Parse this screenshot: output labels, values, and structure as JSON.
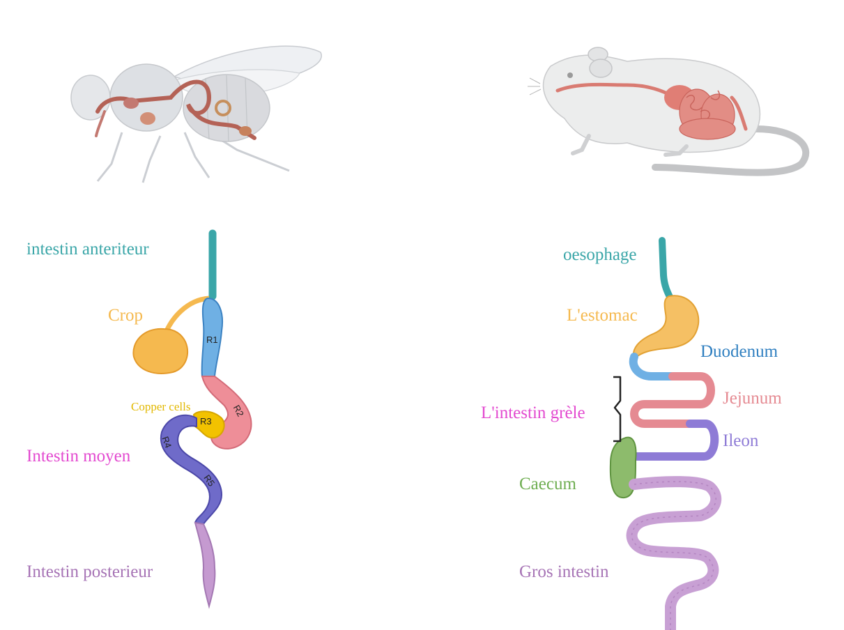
{
  "fly": {
    "labels": {
      "foregut": "intestin anteriteur",
      "crop": "Crop",
      "copper": "Copper cells",
      "midgut": "Intestin moyen",
      "hindgut": "Intestin posterieur"
    },
    "regions": [
      "R1",
      "R2",
      "R3",
      "R4",
      "R5"
    ]
  },
  "mouse": {
    "labels": {
      "esophagus": "oesophage",
      "stomach": "L'estomac",
      "duodenum": "Duodenum",
      "jejunum": "Jejunum",
      "small_intestine": "L'intestin grèle",
      "ileon": "Ileon",
      "caecum": "Caecum",
      "large_intestine": "Gros intestin"
    }
  },
  "colors": {
    "foregut": "#3aa6a8",
    "crop": "#f5b94f",
    "r1": "#6fb0e4",
    "r2": "#ee8e98",
    "r3": "#f2c200",
    "midgut": "#6f6bc9",
    "hindgut": "#c59ad0",
    "duodenum": "#2f7fc0",
    "jejunum": "#e58a92",
    "ileon": "#8e7bd6",
    "caecum": "#6fae52",
    "large_intestine": "#c8a0d4",
    "small_intestine_label": "#e34ad0"
  }
}
